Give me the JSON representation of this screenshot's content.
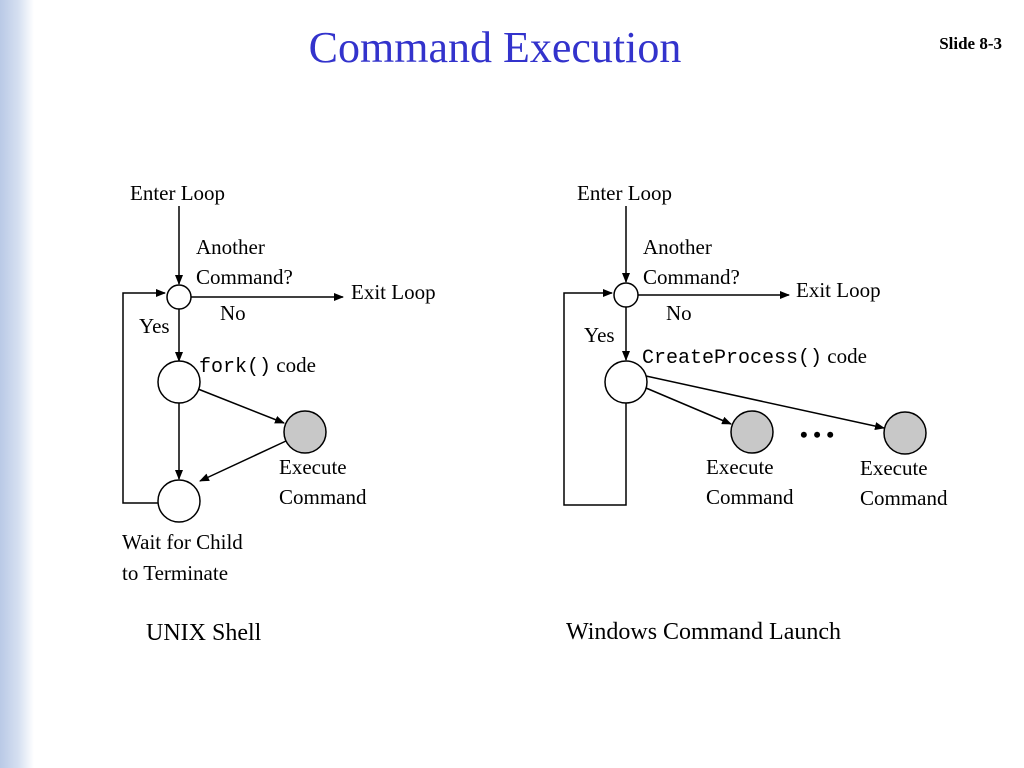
{
  "slide": {
    "title": "Command Execution",
    "number": "Slide 8-3"
  },
  "unix": {
    "enter_loop": "Enter Loop",
    "another_line1": "Another",
    "another_line2": "Command?",
    "exit_loop": "Exit Loop",
    "no": "No",
    "yes": "Yes",
    "fork_fn": "fork()",
    "fork_code": "code",
    "execute_line1": "Execute",
    "execute_line2": "Command",
    "wait_line1": "Wait for Child",
    "wait_line2": "to Terminate",
    "caption": "UNIX Shell"
  },
  "windows": {
    "enter_loop": "Enter Loop",
    "another_line1": "Another",
    "another_line2": "Command?",
    "exit_loop": "Exit Loop",
    "no": "No",
    "yes": "Yes",
    "create_fn": "CreateProcess()",
    "create_code": "code",
    "execute1_line1": "Execute",
    "execute1_line2": "Command",
    "ellipsis": "• • •",
    "execute2_line1": "Execute",
    "execute2_line2": "Command",
    "caption": "Windows Command Launch"
  },
  "colors": {
    "title": "#3333cc",
    "child_node_fill": "#c8c8c8",
    "line": "#000000"
  }
}
